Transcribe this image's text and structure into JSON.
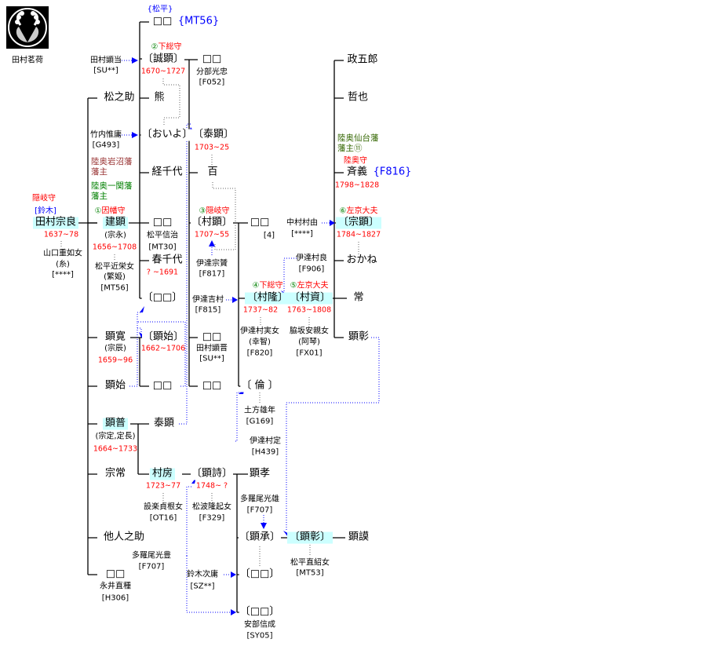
{
  "colors": {
    "highlight": "#ccffff",
    "date": "#ff0000",
    "link": "#0000ff",
    "title": "#ff0000",
    "rank": "#008000"
  },
  "logo": {
    "label": "田村茗荷",
    "icon": "myoga-crest-icon"
  },
  "l": [
    "田村茗荷",
    "{松平}",
    "□□",
    "{MT56}",
    "②",
    "下総守",
    "田村顕当",
    "[SU**]",
    "〔誠顕〕",
    "1670~1727",
    "□□",
    "分部光忠",
    "[F052]",
    "松之助",
    "熊",
    "竹内惟庸",
    "[G493]",
    "〔おいよ〕",
    "〔泰顕〕",
    "1703~25",
    "陸奥岩沼藩",
    "藩主",
    "陸奥一関藩",
    "藩主",
    "経千代",
    "百",
    "隠岐守",
    "[鈴木]",
    "①",
    "因幡守",
    "③",
    "隠岐守",
    "田村宗良",
    "建顕",
    "□□",
    "〔村顕〕",
    "□□",
    "1637~78",
    "(宗永)",
    "松平信治",
    "1707~55",
    "[4]",
    "山口重如女",
    "(糸)",
    "[****]",
    "1656~1708",
    "[MT30]",
    "松平近栄女",
    "(繁姫)",
    "[MT56]",
    "春千代",
    "? ~1691",
    "伊達宗贇",
    "[F817]",
    "〔□□〕",
    "伊達吉村",
    "[F815]",
    "中村村由",
    "[****]",
    "⑥",
    "左京大夫",
    "〔宗顕〕",
    "1784~1827",
    "伊達村良",
    "[F906]",
    "おかね",
    "④",
    "下総守",
    "⑤",
    "左京大夫",
    "〔村隆〕",
    "〔村資〕",
    "常",
    "1737~82",
    "1763~1808",
    "伊達村実女",
    "(幸智)",
    "[F820]",
    "脇坂安親女",
    "(阿琴)",
    "[FX01]",
    "顕彰",
    "政五郎",
    "哲也",
    "陸奥仙台藩",
    "藩主⑪",
    "陸奥守",
    "斉義",
    "{F816}",
    "1798~1828",
    "顕寛",
    "(宗辰)",
    "1659~96",
    "〔顕始〕",
    "1662~1706",
    "□□",
    "田村顕晋",
    "[SU**]",
    "顕始",
    "□□",
    "□□",
    "〔 倫 〕",
    "土方雄年",
    "[G169]",
    "伊達村定",
    "[H439]",
    "顕普",
    "泰顕",
    "(宗定,定長)",
    "1664~1733",
    "宗常",
    "村房",
    "〔顕詩〕",
    "顕孝",
    "1723~77",
    "1748~ ?",
    "設楽貞根女",
    "[OT16]",
    "松波隆起女",
    "[F329]",
    "多羅尾光雄",
    "[F707]",
    "他人之助",
    "〔顕承〕",
    "〔顕彰〕",
    "顕謨",
    "多羅尾光豊",
    "[F707]",
    "松平直紹女",
    "[MT53]",
    "□□",
    "永井直種",
    "[H306]",
    "鈴木次庸",
    "[SZ**]",
    "〔□□〕",
    "〔□□〕",
    "安部信成",
    "[SY05]"
  ]
}
